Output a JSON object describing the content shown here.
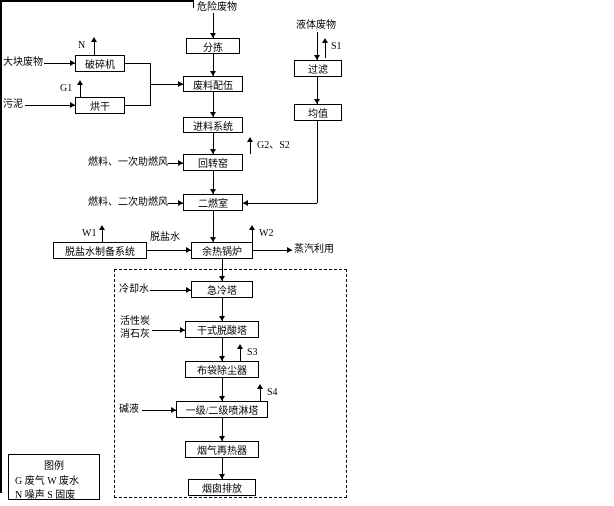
{
  "diagram": {
    "top_label": "危险废物",
    "boxes": {
      "sorting": "分拣",
      "blending": "废料配伍",
      "feeding": "进料系统",
      "kiln": "回转窑",
      "second_chamber": "二燃室",
      "boiler": "余热锅炉",
      "quench": "急冷塔",
      "dry_tower": "干式脱酸塔",
      "bag_filter": "布袋除尘器",
      "spray_tower": "一级/二级喷淋塔",
      "reheater": "烟气再热器",
      "stack": "烟囱排放",
      "crusher": "破碎机",
      "dryer": "烘干",
      "demin_system": "脱盐水制备系统",
      "filter": "过滤",
      "homogenizer": "均值"
    },
    "labels": {
      "bulk_waste": "大块废物",
      "sludge": "污泥",
      "liquid_waste": "液体废物",
      "fuel_primary_air": "燃料、一次助燃风",
      "fuel_secondary_air": "燃料、二次助燃风",
      "demin_water": "脱盐水",
      "steam_use": "蒸汽利用",
      "cooling_water": "冷却水",
      "activated_carbon": "活性炭",
      "slaked_lime": "消石灰",
      "alkali": "碱液"
    },
    "emissions": {
      "n": "N",
      "g1": "G1",
      "s1": "S1",
      "g2_s2": "G2、S2",
      "w1": "W1",
      "w2": "W2",
      "s3": "S3",
      "s4": "S4"
    },
    "legend": {
      "title": "图例",
      "row1": "G 废气 W 废水",
      "row2": "N 噪声 S 固废"
    }
  }
}
